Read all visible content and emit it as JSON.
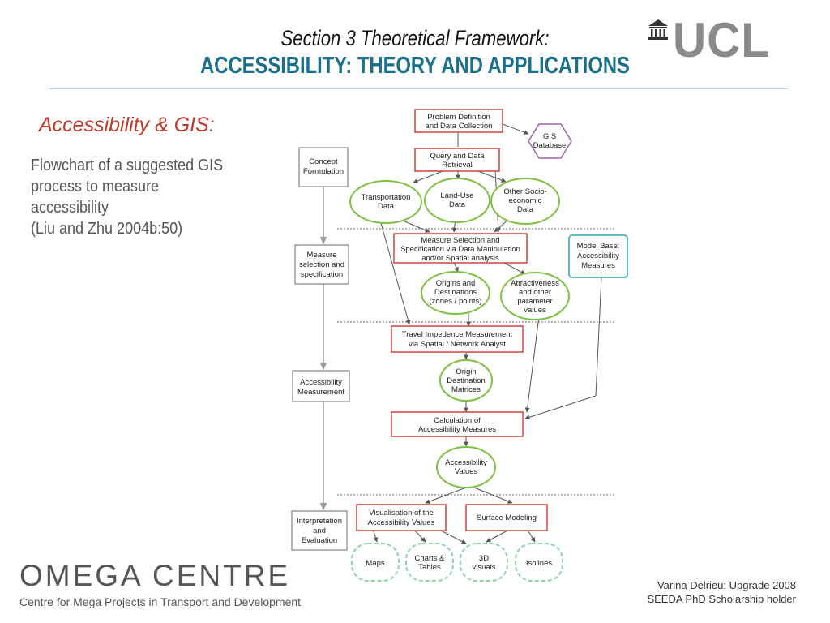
{
  "title": {
    "line1": "Section 3 Theoretical Framework:",
    "line2": "ACCESSIBILITY: THEORY AND APPLICATIONS"
  },
  "logo": {
    "text": "UCL",
    "icon": "portico-icon"
  },
  "subheading": "Accessibility & GIS:",
  "description": [
    "Flowchart of a suggested GIS",
    "process to measure",
    "accessibility",
    "(Liu and Zhu 2004b:50)"
  ],
  "flowchart": {
    "stages": [
      [
        "Concept",
        "Formulation"
      ],
      [
        "Measure",
        "selection and",
        "specification"
      ],
      [
        "Accessibility",
        "Measurement"
      ],
      [
        "Interpretation",
        "and",
        "Evaluation"
      ]
    ],
    "processes": [
      [
        "Problem Definition",
        "and Data Collection"
      ],
      [
        "Query and Data",
        "Retrieval"
      ],
      [
        "Measure Selection and",
        "Specification via Data Manipulation",
        "and/or Spatial analysis"
      ],
      [
        "Travel Impedence Measurement",
        "via Spatial / Network Analyst"
      ],
      [
        "Calculation of",
        "Accessibility Measures"
      ],
      [
        "Visualisation of the",
        "Accessibility Values"
      ],
      [
        "Surface Modeling"
      ]
    ],
    "data_items": [
      [
        "Transportation",
        "Data"
      ],
      [
        "Land-Use",
        "Data"
      ],
      [
        "Other Socio-",
        "economic",
        "Data"
      ],
      [
        "Origins and",
        "Destinations",
        "(zones / points)"
      ],
      [
        "Attractiveness",
        "and other",
        "parameter",
        "values"
      ],
      [
        "Origin",
        "Destination",
        "Matrices"
      ],
      [
        "Accessibility",
        "Values"
      ]
    ],
    "database": [
      "GIS",
      "Database"
    ],
    "model_base": [
      "Model Base:",
      "Accessibility",
      "Measures"
    ],
    "outputs": [
      [
        "Maps"
      ],
      [
        "Charts &",
        "Tables"
      ],
      [
        "3D",
        "visuals"
      ],
      [
        "Isolines"
      ]
    ]
  },
  "footer": {
    "org_name": "OMEGA CENTRE",
    "org_subtitle": "Centre for Mega Projects in Transport and Development",
    "credit_line1": "Varina Delrieu: Upgrade 2008",
    "credit_line2": "SEEDA PhD Scholarship holder"
  },
  "colors": {
    "title_accent": "#1a6f8a",
    "subheading": "#c0392b",
    "process_box": "#d0443e",
    "data_ellipse": "#7cc142",
    "database_hex": "#a062a8",
    "model_box": "#4ab3c6",
    "output_dashed": "#8fd3a8",
    "stage_box": "#9a9a9a"
  }
}
